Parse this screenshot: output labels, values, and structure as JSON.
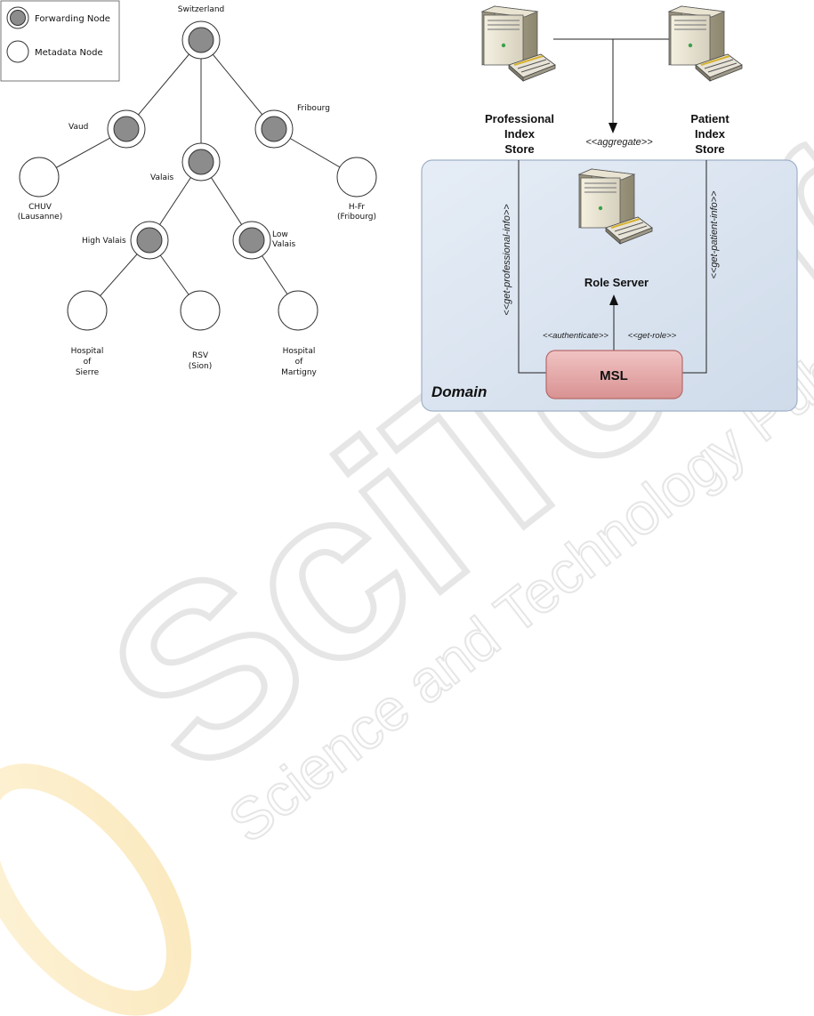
{
  "legend": {
    "forwarding_label": "Forwarding Node",
    "metadata_label": "Metadata Node"
  },
  "tree": {
    "switzerland": "Switzerland",
    "vaud": "Vaud",
    "fribourg": "Fribourg",
    "valais": "Valais",
    "chuv_line1": "CHUV",
    "chuv_line2": "(Lausanne)",
    "hfr_line1": "H-Fr",
    "hfr_line2": "(Fribourg)",
    "high_valais": "High Valais",
    "low_valais_line1": "Low",
    "low_valais_line2": "Valais",
    "sierre_line1": "Hospital",
    "sierre_line2": "of",
    "sierre_line3": "Sierre",
    "rsv_line1": "RSV",
    "rsv_line2": "(Sion)",
    "martigny_line1": "Hospital",
    "martigny_line2": "of",
    "martigny_line3": "Martigny"
  },
  "architecture": {
    "professional_store": [
      "Professional",
      "Index",
      "Store"
    ],
    "patient_store": [
      "Patient",
      "Index",
      "Store"
    ],
    "aggregate": "<<aggregate>>",
    "role_server": "Role Server",
    "get_professional_info": "<<get-professional-info>>",
    "get_patient_info": "<<get-patient-info>>",
    "authenticate": "<<authenticate>>",
    "get_role": "<<get-role>>",
    "msl": "MSL",
    "domain": "Domain"
  },
  "watermark": {
    "brand": "SciTePress",
    "tagline": "Science and Technology Publications"
  },
  "colors": {
    "forwarding_fill": "#8c8c8c",
    "domain_fill": "#dbe5f0",
    "domain_stroke": "#9fb1c8",
    "msl_fill": "#e3a6a6",
    "msl_stroke": "#b56a6a"
  }
}
